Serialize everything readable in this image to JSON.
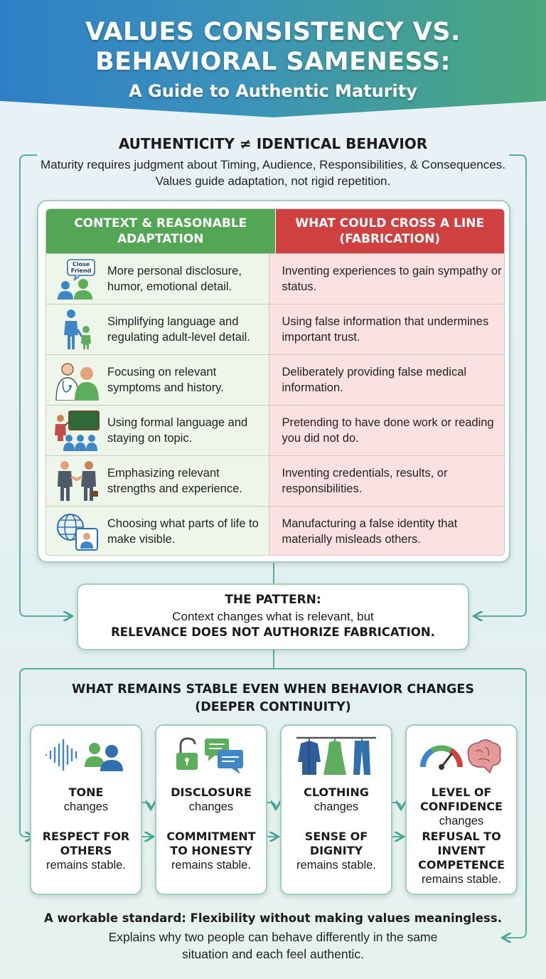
{
  "header": {
    "title_line1": "VALUES CONSISTENCY VS.",
    "title_line2": "BEHAVIORAL SAMENESS:",
    "subtitle": "A Guide to Authentic Maturity"
  },
  "intro": {
    "heading": "AUTHENTICITY ≠ IDENTICAL BEHAVIOR",
    "line1": "Maturity requires judgment about Timing, Audience, Responsibilities, & Consequences.",
    "line2": "Values guide adaptation, not rigid repetition."
  },
  "table": {
    "left_header": "CONTEXT & REASONABLE ADAPTATION",
    "right_header": "WHAT COULD CROSS A LINE (FABRICATION)",
    "rows": [
      {
        "icon": "close-friend-icon",
        "icon_label": "Close Friend",
        "left": "More personal disclosure, humor, emotional detail.",
        "right": "Inventing experiences to gain sympathy or status."
      },
      {
        "icon": "parent-child-icon",
        "left": "Simplifying language and regulating adult-level detail.",
        "right": "Using false information that undermines important trust."
      },
      {
        "icon": "doctor-patient-icon",
        "left": "Focusing on relevant symptoms and history.",
        "right": "Deliberately providing false medical information."
      },
      {
        "icon": "classroom-icon",
        "left": "Using formal language and staying on topic.",
        "right": "Pretending to have done work or reading you did not do."
      },
      {
        "icon": "handshake-icon",
        "left": "Emphasizing relevant strengths and experience.",
        "right": "Inventing credentials, results, or responsibilities."
      },
      {
        "icon": "globe-profile-icon",
        "left": "Choosing what parts of life to make visible.",
        "right": "Manufacturing a false identity that materially misleads others."
      }
    ]
  },
  "pattern": {
    "heading": "THE PATTERN:",
    "line1": "Context changes what is relevant, but",
    "line2": "RELEVANCE DOES NOT AUTHORIZE FABRICATION."
  },
  "stable": {
    "heading_line1": "WHAT REMAINS STABLE EVEN WHEN BEHAVIOR CHANGES",
    "heading_line2": "(DEEPER CONTINUITY)",
    "cards": [
      {
        "icon": "voice-people-icon",
        "top_bold": [
          "TONE"
        ],
        "top_norm": "changes",
        "bottom_bold": [
          "RESPECT FOR",
          "OTHERS"
        ],
        "bottom_norm": "remains stable."
      },
      {
        "icon": "lock-chat-icon",
        "top_bold": [
          "DISCLOSURE"
        ],
        "top_norm": "changes",
        "bottom_bold": [
          "COMMITMENT",
          "TO HONESTY"
        ],
        "bottom_norm": "remains stable."
      },
      {
        "icon": "clothing-rack-icon",
        "top_bold": [
          "CLOTHING"
        ],
        "top_norm": "changes",
        "bottom_bold": [
          "SENSE OF",
          "DIGNITY"
        ],
        "bottom_norm": "remains stable."
      },
      {
        "icon": "gauge-brain-icon",
        "top_bold": [
          "LEVEL OF",
          "CONFIDENCE"
        ],
        "top_norm": "changes",
        "bottom_bold": [
          "REFUSAL TO",
          "INVENT",
          "COMPETENCE"
        ],
        "bottom_norm": "remains stable."
      }
    ]
  },
  "footer": {
    "heading": "A workable standard: Flexibility without making values meaningless.",
    "line1": "Explains why two people can behave differently in the same",
    "line2": "situation and each feel authentic."
  },
  "colors": {
    "green": "#53a653",
    "red": "#cf4040",
    "teal_line": "#4aa596",
    "blue": "#2f7fc6"
  }
}
